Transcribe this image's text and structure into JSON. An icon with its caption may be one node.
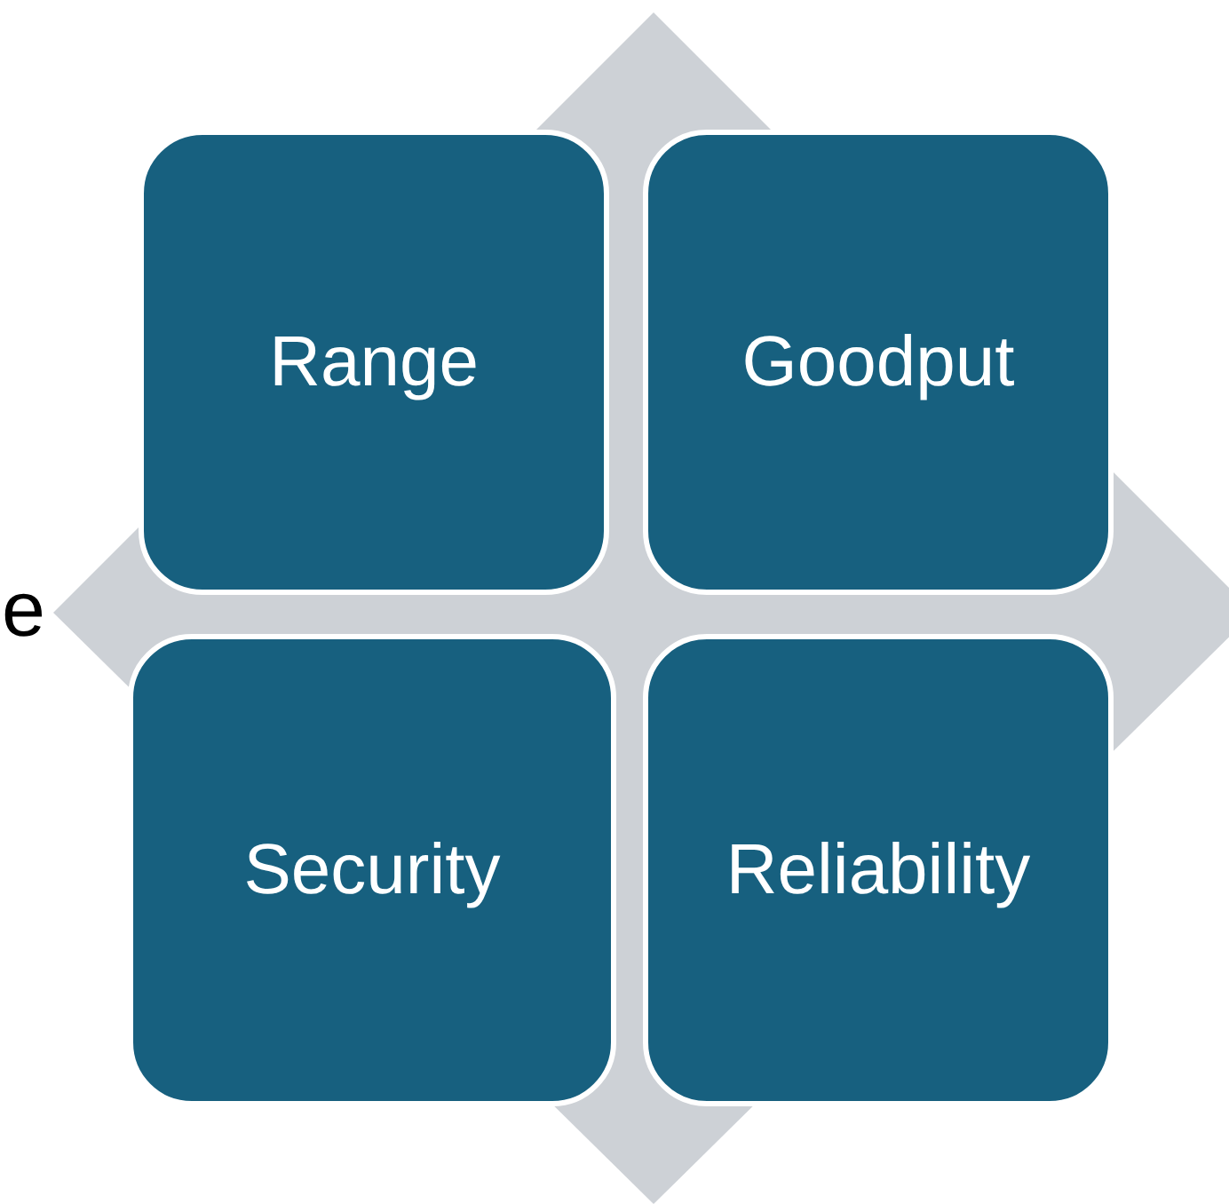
{
  "diagram": {
    "nodes": [
      {
        "text": [
          "Range"
        ]
      },
      {
        "text": [
          "Goodput"
        ]
      },
      {
        "text": [
          "Security"
        ]
      },
      {
        "text": [
          "Reliability"
        ]
      }
    ],
    "labels": [
      "e"
    ]
  }
}
